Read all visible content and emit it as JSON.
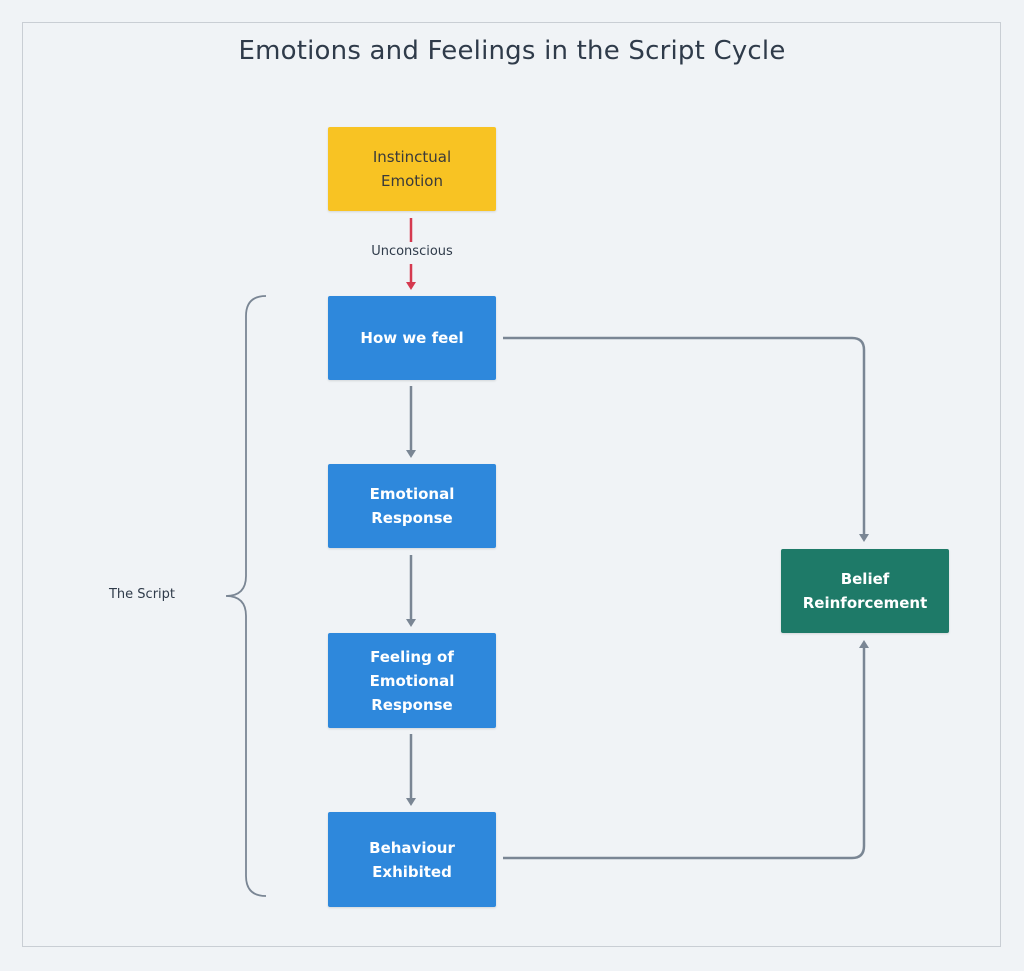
{
  "title": "Emotions and Feelings in the Script Cycle",
  "nodes": {
    "instinctual": "Instinctual\nEmotion",
    "how_we_feel": "How we feel",
    "emotional_response": "Emotional\nResponse",
    "feeling_of_response": "Feeling of\nEmotional\nResponse",
    "behaviour": "Behaviour\nExhibited",
    "belief": "Belief\nReinforcement"
  },
  "edge_labels": {
    "unconscious": "Unconscious"
  },
  "group_label": "The Script",
  "colors": {
    "background": "#f0f3f6",
    "blue_node": "#2e88dc",
    "yellow_node": "#f8c323",
    "green_node": "#1e7a68",
    "edge": "#7a8694",
    "unconscious_edge": "#d5394f"
  }
}
